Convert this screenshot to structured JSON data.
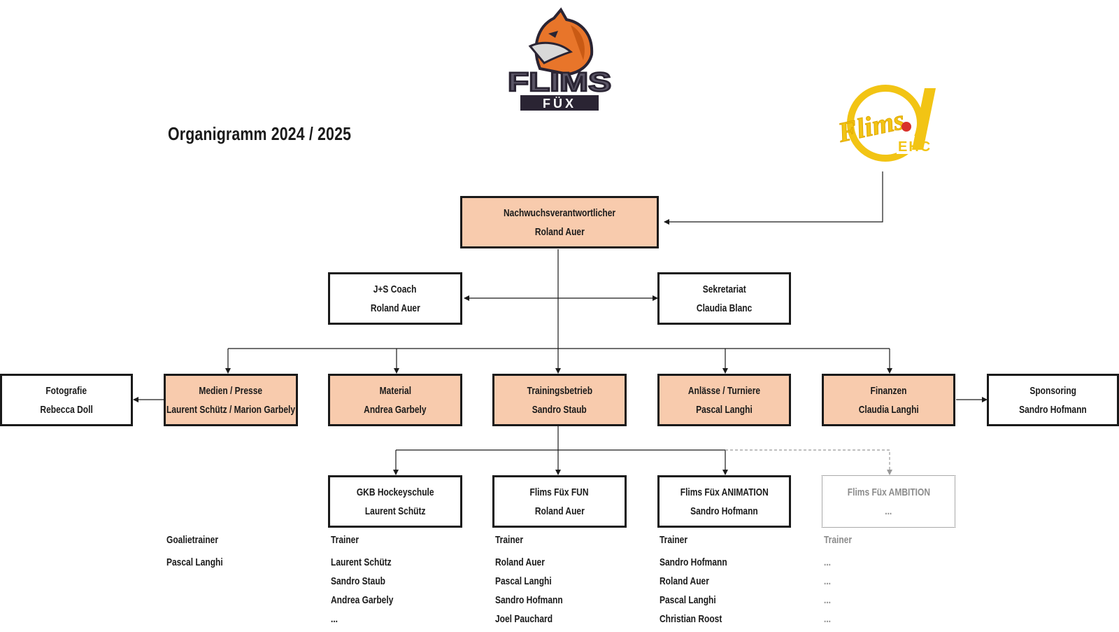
{
  "title": "Organigramm 2024 / 2025",
  "logos": {
    "fux": {
      "text_top": "FLIMS",
      "text_bottom": "FÜX"
    },
    "ehc": {
      "script": "Flims",
      "abbr": "EHC"
    }
  },
  "colors": {
    "peach": "#f8cbad",
    "border": "#1a1a1a",
    "muted": "#8c8c8c",
    "ehc_yellow": "#f2c414",
    "fox_orange": "#e8752a"
  },
  "boxes": {
    "head": {
      "role": "Nachwuchsverantwortlicher",
      "name": "Roland Auer"
    },
    "js_coach": {
      "role": "J+S Coach",
      "name": "Roland Auer"
    },
    "sekretariat": {
      "role": "Sekretariat",
      "name": "Claudia Blanc"
    },
    "fotografie": {
      "role": "Fotografie",
      "name": "Rebecca Doll"
    },
    "medien": {
      "role": "Medien / Presse",
      "name": "Laurent Schütz / Marion Garbely"
    },
    "material": {
      "role": "Material",
      "name": "Andrea Garbely"
    },
    "trainingsbetrieb": {
      "role": "Trainingsbetrieb",
      "name": "Sandro Staub"
    },
    "anlaesse": {
      "role": "Anlässe / Turniere",
      "name": "Pascal Langhi"
    },
    "finanzen": {
      "role": "Finanzen",
      "name": "Claudia Langhi"
    },
    "sponsoring": {
      "role": "Sponsoring",
      "name": "Sandro Hofmann"
    },
    "gkb": {
      "role": "GKB Hockeyschule",
      "name": "Laurent Schütz"
    },
    "fun": {
      "role": "Flims Füx FUN",
      "name": "Roland Auer"
    },
    "animation": {
      "role": "Flims Füx ANIMATION",
      "name": "Sandro Hofmann"
    },
    "ambition": {
      "role": "Flims Füx AMBITION",
      "name": "..."
    }
  },
  "lists": {
    "goalie": {
      "heading": "Goalietrainer",
      "names": [
        "Pascal Langhi"
      ]
    },
    "gkb": {
      "heading": "Trainer",
      "names": [
        "Laurent Schütz",
        "Sandro Staub",
        "Andrea Garbely",
        "..."
      ]
    },
    "fun": {
      "heading": "Trainer",
      "names": [
        "Roland Auer",
        "Pascal Langhi",
        "Sandro Hofmann",
        "Joel Pauchard"
      ]
    },
    "animation": {
      "heading": "Trainer",
      "names": [
        "Sandro Hofmann",
        "Roland Auer",
        "Pascal Langhi",
        "Christian Roost"
      ]
    },
    "ambition": {
      "heading": "Trainer",
      "names": [
        "...",
        "...",
        "...",
        "..."
      ]
    }
  }
}
